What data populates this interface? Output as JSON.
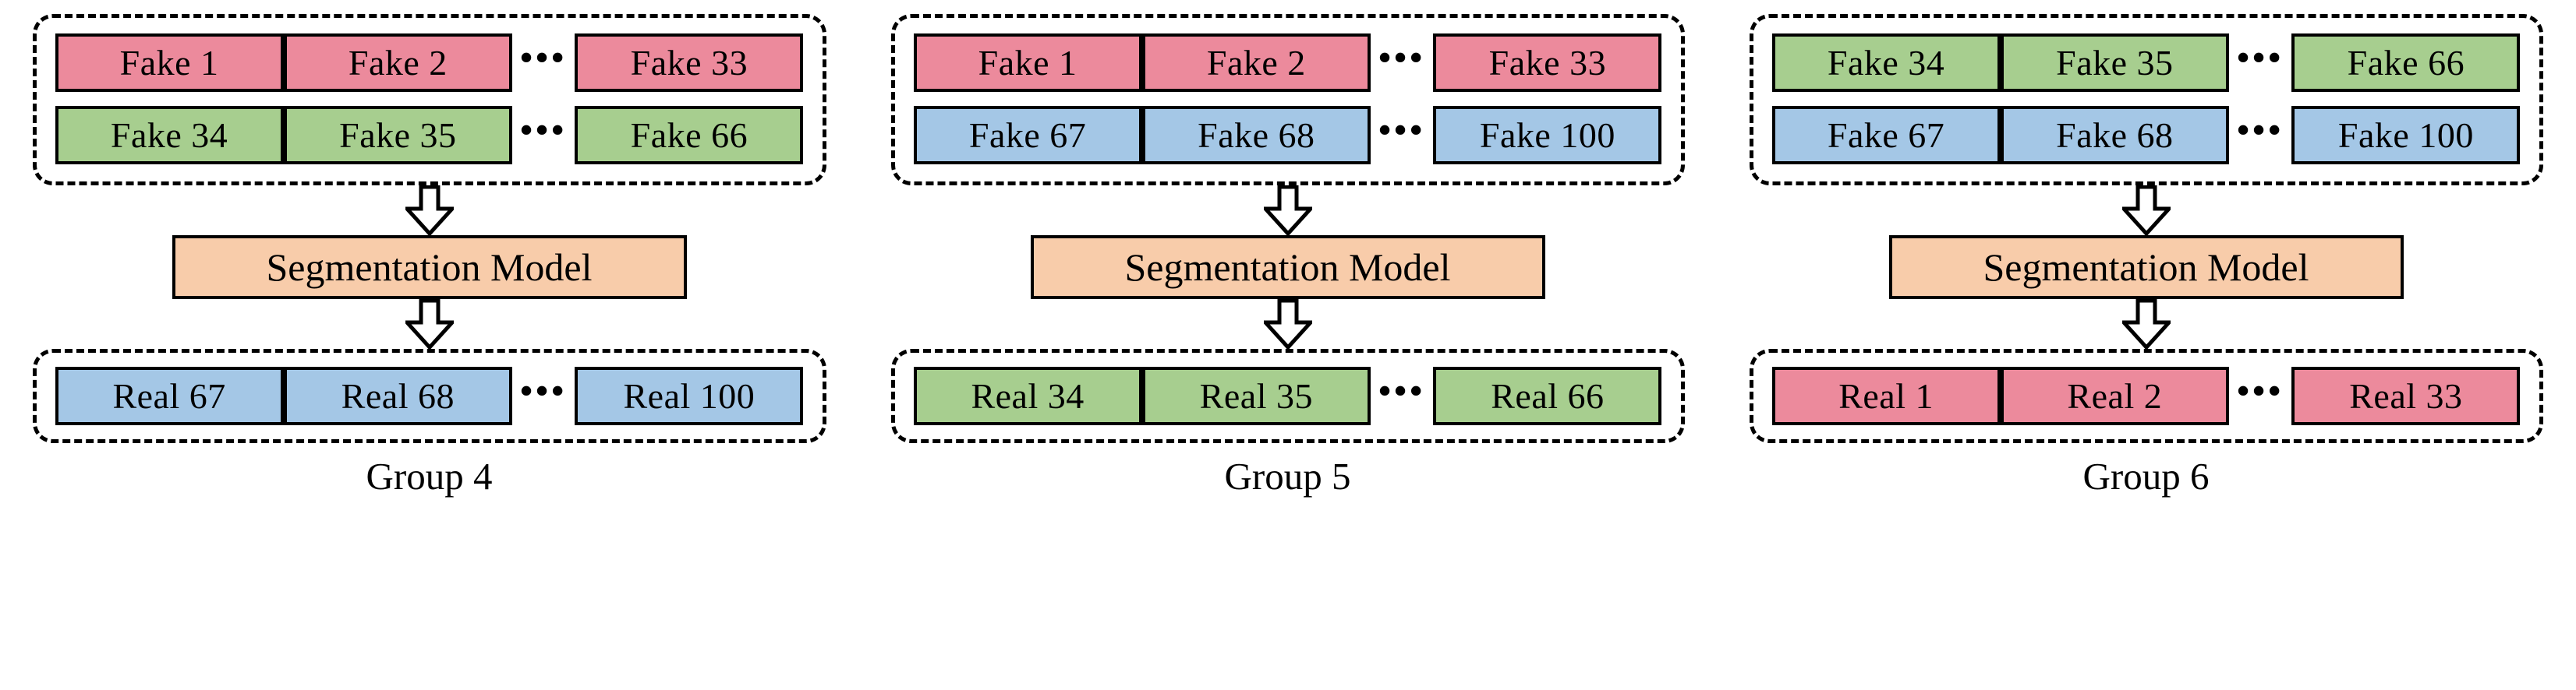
{
  "figure": {
    "type": "flow-diagram",
    "background": "#ffffff",
    "palette": {
      "pink": "#ec8a9c",
      "green": "#a7ce8f",
      "blue": "#a4c7e6",
      "orange": "#f8ccaa",
      "outline": "#000000"
    },
    "model_label": "Segmentation Model",
    "ellipsis": "•••"
  },
  "groups": [
    {
      "id": "group-4",
      "caption": "Group 4",
      "input_rows": [
        {
          "color": "pink",
          "cells": [
            "Fake 1",
            "Fake  2",
            "Fake  33"
          ]
        },
        {
          "color": "green",
          "cells": [
            "Fake 34",
            "Fake 35",
            "Fake 66"
          ]
        }
      ],
      "model": "Segmentation Model",
      "output_rows": [
        {
          "color": "blue",
          "cells": [
            "Real 67",
            "Real 68",
            "Real 100"
          ]
        }
      ]
    },
    {
      "id": "group-5",
      "caption": "Group 5",
      "input_rows": [
        {
          "color": "pink",
          "cells": [
            "Fake  1",
            "Fake  2",
            "Fake  33"
          ]
        },
        {
          "color": "blue",
          "cells": [
            "Fake 67",
            "Fake 68",
            "Fake 100"
          ]
        }
      ],
      "model": "Segmentation Model",
      "output_rows": [
        {
          "color": "green",
          "cells": [
            "Real 34",
            "Real 35",
            "Real 66"
          ]
        }
      ]
    },
    {
      "id": "group-6",
      "caption": "Group 6",
      "input_rows": [
        {
          "color": "green",
          "cells": [
            "Fake 34",
            "Fake 35",
            "Fake 66"
          ]
        },
        {
          "color": "blue",
          "cells": [
            "Fake 67",
            "Fake 68",
            "Fake 100"
          ]
        }
      ],
      "model": "Segmentation Model",
      "output_rows": [
        {
          "color": "pink",
          "cells": [
            "Real 1",
            "Real 2",
            "Real 33"
          ]
        }
      ]
    }
  ]
}
